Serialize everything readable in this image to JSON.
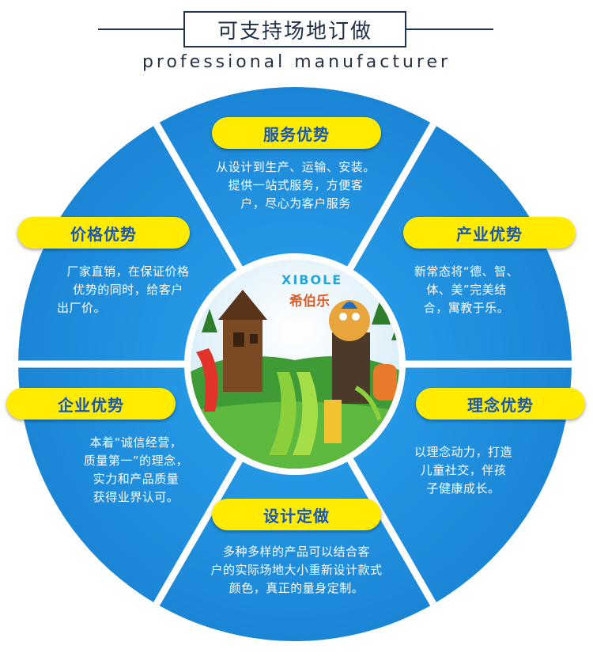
{
  "header": {
    "title": "可支持场地订做",
    "subtitle": "professional manufacturer"
  },
  "brand": {
    "name": "XIBOLE",
    "name_cn": "希伯乐"
  },
  "panels": {
    "service": {
      "title": "服务优势",
      "text": [
        "从设计到生产、运输、安装。",
        "提供一站式服务，方便客",
        "户，尽心为客户服务"
      ]
    },
    "price": {
      "title": "价格优势",
      "text": [
        "厂家直销，在保证价格",
        "优势的同时，给客户",
        "出厂价。"
      ]
    },
    "industry": {
      "title": "产业优势",
      "text": [
        "新常态将“德、智、",
        "体、美”完美结",
        "合，寓教于乐。"
      ]
    },
    "enterprise": {
      "title": "企业优势",
      "text": [
        "本着“诚信经营，",
        "质量第一”的理念，",
        "实力和产品质量",
        "获得业界认可。"
      ]
    },
    "concept": {
      "title": "理念优势",
      "text": [
        "以理念动力，打造",
        "儿童社交，伴孩",
        "子健康成长。"
      ]
    },
    "design": {
      "title": "设计定做",
      "text": [
        "多种多样的产品可以结合客",
        "户的实际场地大小重新设计款式",
        "颜色，真正的量身定制。"
      ]
    }
  },
  "colors": {
    "panel_blue": "#1e8fdd",
    "pill_yellow": "#ffec00",
    "pill_text": "#1957b6",
    "divider": "#ffffff"
  }
}
